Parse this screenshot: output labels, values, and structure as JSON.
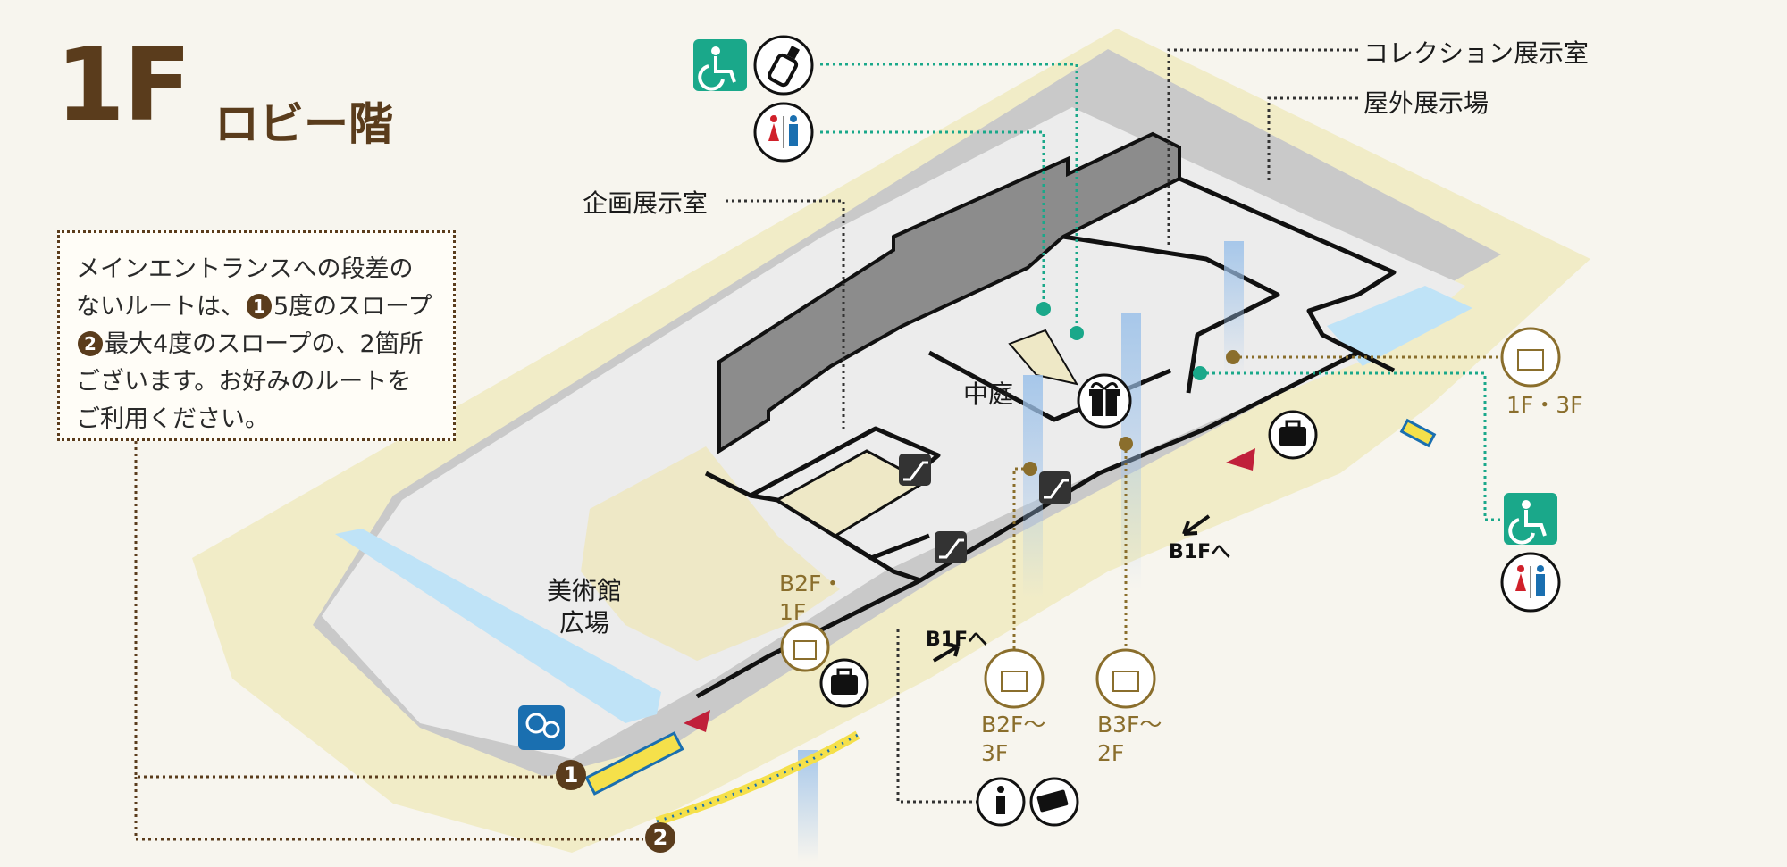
{
  "floor": {
    "number": "1F",
    "name": "ロビー階"
  },
  "note": {
    "line1": "メインエントランスへの段差の",
    "line2_pre": "ないルートは、",
    "badge1": "1",
    "line2_post": "5度のスロープ",
    "badge2": "2",
    "line3_post": "最大4度のスロープの、2箇所",
    "line4": "ございます。お好みのルートを",
    "line5": "ご利用ください。"
  },
  "labels": {
    "collection_room": "コレクション展示室",
    "outdoor_area": "屋外展示場",
    "special_exhibition": "企画展示室",
    "courtyard": "中庭",
    "plaza_line1": "美術館",
    "plaza_line2": "広場",
    "to_b1f_right": "B1Fへ",
    "to_b1f_center": "B1Fへ"
  },
  "elevators": {
    "left_label_1": "B2F・",
    "left_label_2": "1F",
    "mid_label_1": "B2F〜",
    "mid_label_2": "3F",
    "right_label_1": "B3F〜",
    "right_label_2": "2F",
    "far_right_label": "1F・3F"
  },
  "route_badges": {
    "one": "1",
    "two": "2"
  },
  "icons": [
    "wheelchair-icon",
    "nursing-room-icon",
    "restroom-icon",
    "gift-shop-icon",
    "escalator-icon",
    "elevator-icon",
    "locker-icon",
    "information-icon",
    "ticket-icon",
    "accessible-parking-icon"
  ],
  "colors": {
    "brown": "#5a3c1c",
    "gold": "#8a6e2c",
    "teal": "#1aa88a",
    "wall": "#111111",
    "dark_block": "#8c8c8c",
    "water": "#bfe3f7",
    "plaza": "#eee8c6"
  }
}
